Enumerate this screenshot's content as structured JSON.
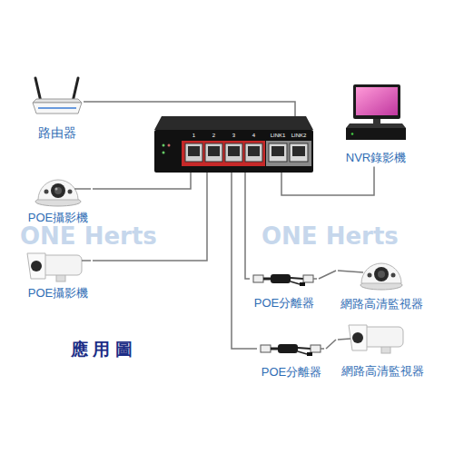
{
  "diagram": {
    "title": "應 用 圖",
    "nodes": [
      {
        "text": [
          "路由器"
        ]
      },
      {
        "text": [
          "1",
          "2",
          "3",
          "4",
          "LINK1",
          "LINK2"
        ]
      },
      {
        "text": [
          "NVR錄影機"
        ]
      },
      {
        "text": [
          "POE攝影機"
        ]
      },
      {
        "text": [
          "POE攝影機"
        ]
      },
      {
        "text": [
          "POE分離器"
        ]
      },
      {
        "text": [
          "網路高清監視器"
        ]
      },
      {
        "text": [
          "POE分離器"
        ]
      },
      {
        "text": [
          "網路高清監視器"
        ]
      }
    ],
    "edges": [
      {
        "from": 0,
        "to": 1,
        "arrow": "none"
      },
      {
        "from": 1,
        "to": 2,
        "arrow": "none"
      },
      {
        "from": 3,
        "to": 1,
        "arrow": "none"
      },
      {
        "from": 4,
        "to": 1,
        "arrow": "none"
      },
      {
        "from": 1,
        "to": 5,
        "arrow": "none"
      },
      {
        "from": 5,
        "to": 6,
        "arrow": "none"
      },
      {
        "from": 1,
        "to": 7,
        "arrow": "none"
      },
      {
        "from": 7,
        "to": 8,
        "arrow": "none"
      }
    ],
    "labels": [
      "ONE Herts",
      "ONE Herts"
    ]
  }
}
